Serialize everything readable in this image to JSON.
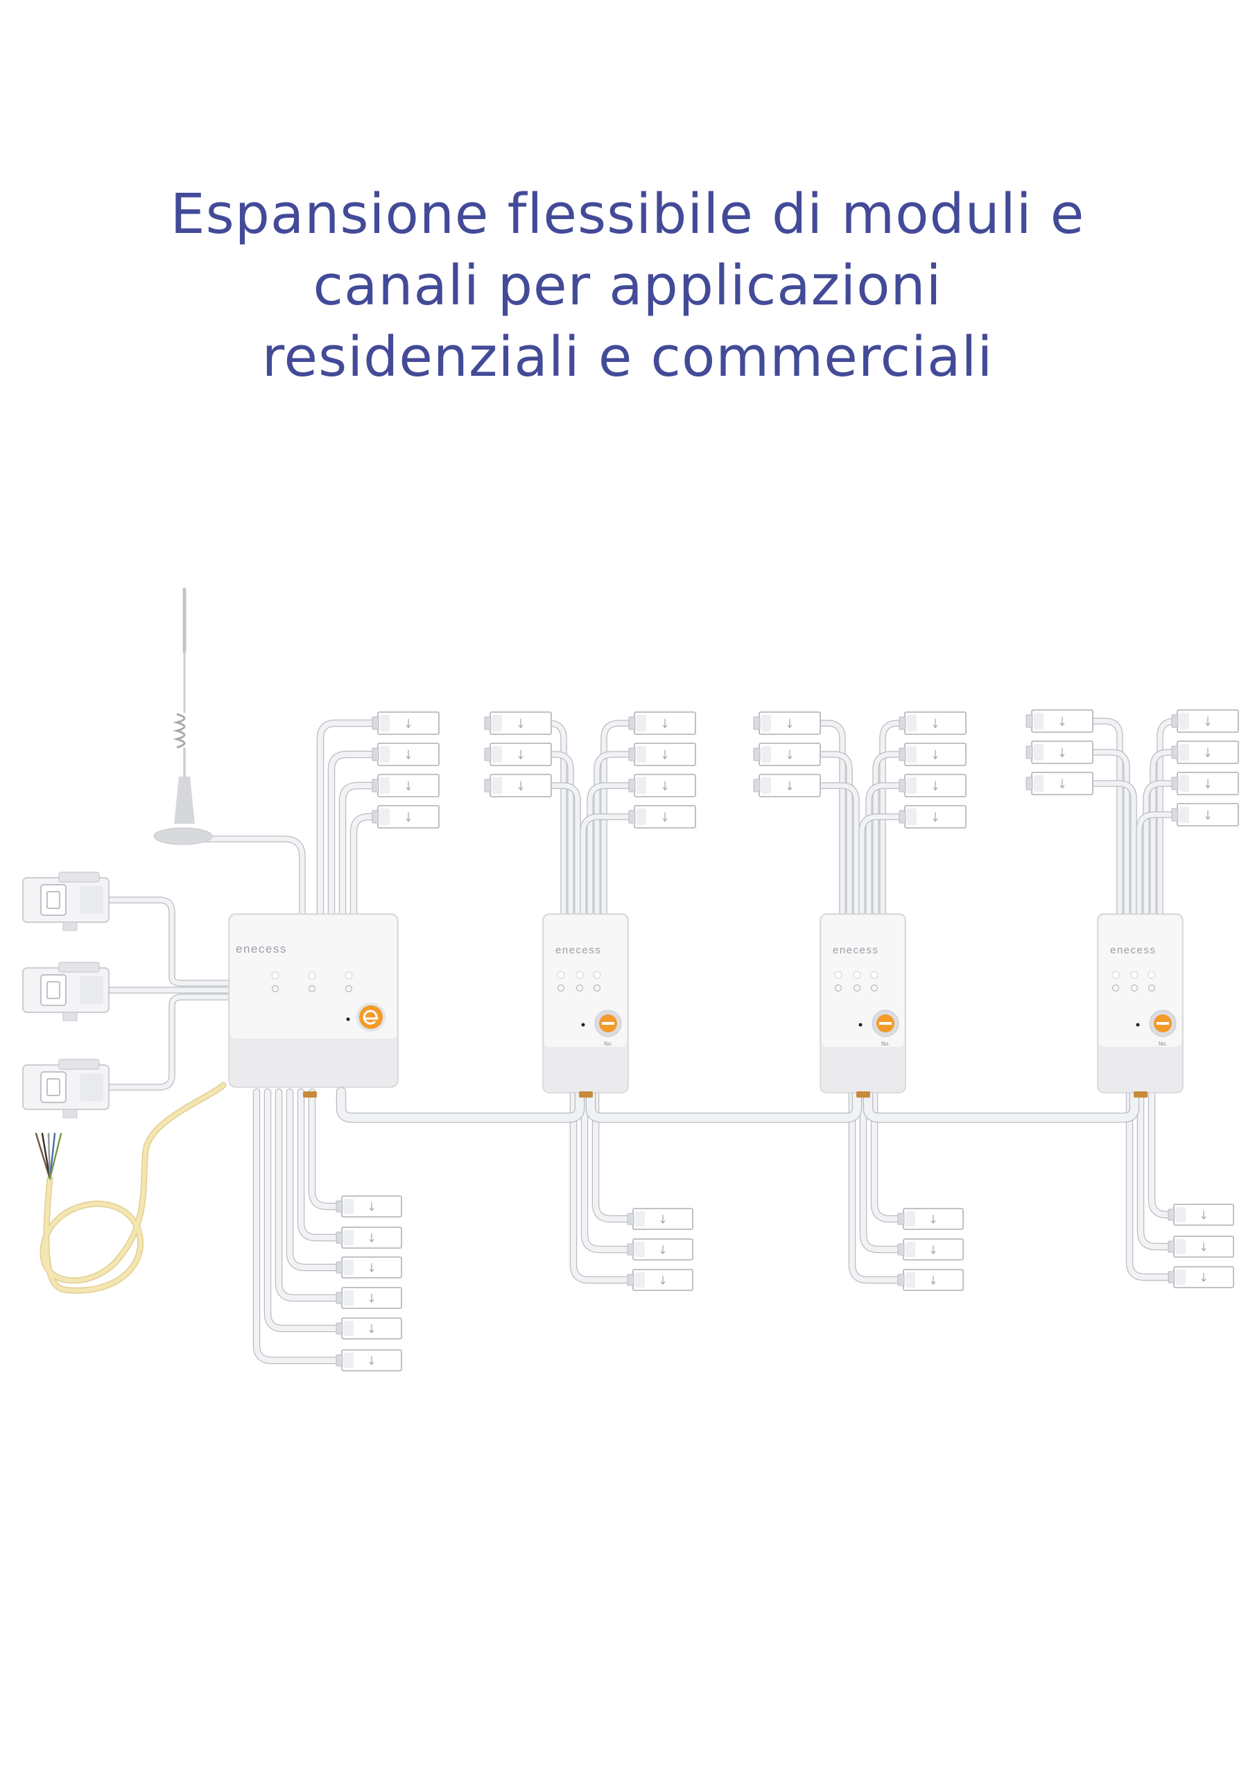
{
  "title": {
    "lines": [
      "Espansione flessibile di moduli e",
      "canali per applicazioni",
      "residenziali e commerciali"
    ]
  },
  "brand_label": "enecess",
  "knob_label": "No.",
  "colors": {
    "title": "#434a97",
    "module_body": "#ebebed",
    "module_face": "#f7f7f8",
    "cable": "#d6d8dd",
    "cable_edge": "#b9bcc3",
    "accent": "#f39a2b",
    "power_cable": "#f3e6b3"
  },
  "icons": {
    "antenna": "antenna-icon",
    "ct_clamp": "ct-clamp-icon",
    "ct_sensor": "ct-sensor-icon",
    "power_cable": "power-cable-icon",
    "brand_button": "brand-button-icon",
    "address_knob": "address-knob-icon",
    "status_led": "led-icon"
  }
}
